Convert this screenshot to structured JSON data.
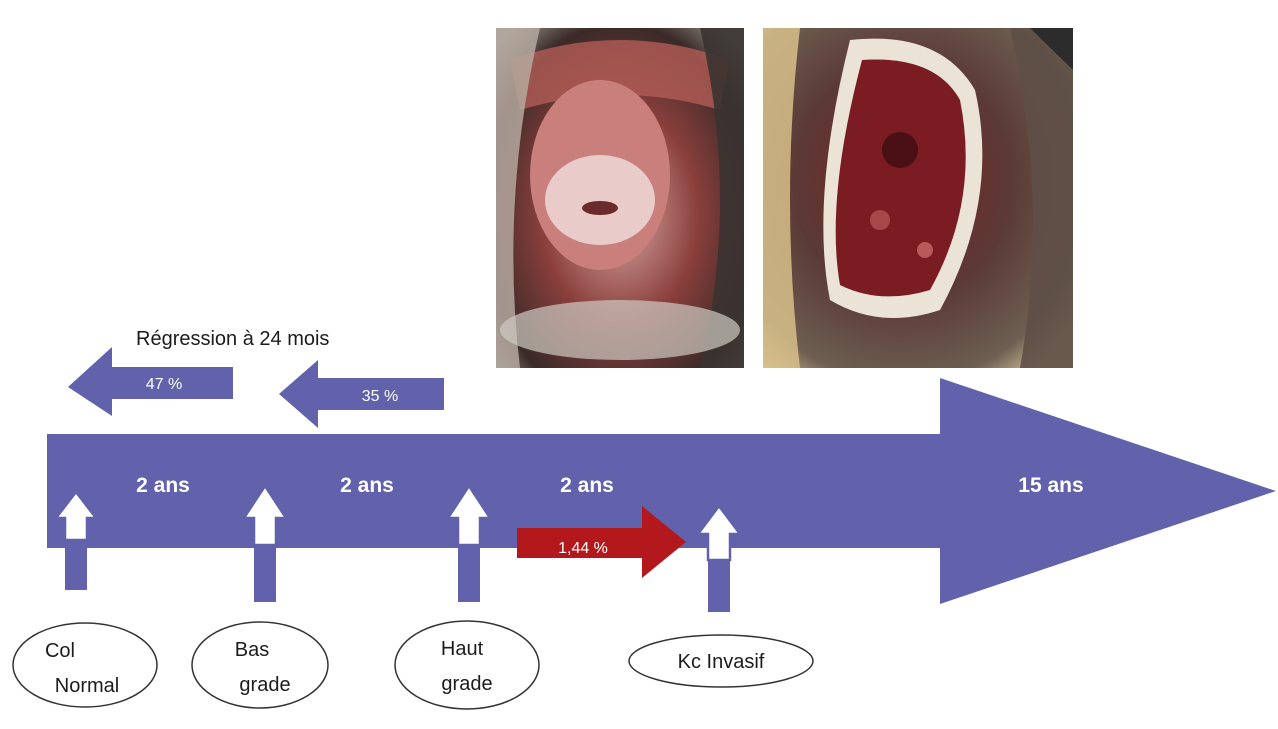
{
  "regression": {
    "title": "Régression à 24 mois",
    "low_grade_pct": "47 %",
    "high_grade_pct": "35 %"
  },
  "timeline": {
    "segments": [
      "2 ans",
      "2 ans",
      "2 ans",
      "15 ans"
    ],
    "progression_pct": "1,44 %"
  },
  "stages": [
    {
      "line1": "Col",
      "line2": "Normal"
    },
    {
      "line1": "Bas",
      "line2": "grade"
    },
    {
      "line1": "Haut",
      "line2": "grade"
    },
    {
      "line1": "Kc Invasif",
      "line2": ""
    }
  ],
  "colors": {
    "timeline": "#6161ac",
    "progression_arrow": "#b3191c",
    "outline": "#333333"
  }
}
